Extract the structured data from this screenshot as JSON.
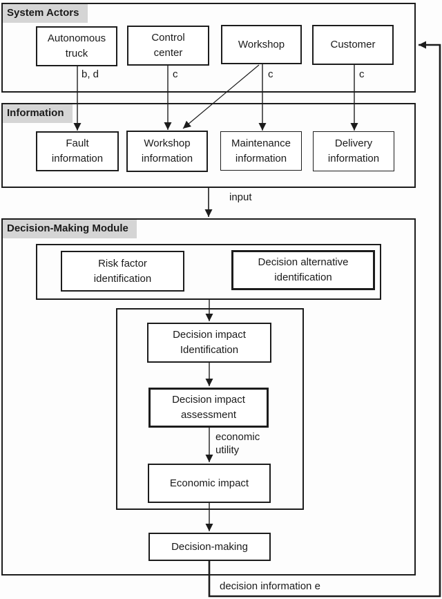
{
  "sections": {
    "system_actors": {
      "title": "System Actors"
    },
    "information": {
      "title": "Information"
    },
    "module": {
      "title": "Decision-Making Module"
    }
  },
  "nodes": {
    "autonomous_truck": "Autonomous\ntruck",
    "control_center": "Control\ncenter",
    "workshop": "Workshop",
    "customer": "Customer",
    "fault_information": "Fault\ninformation",
    "workshop_information": "Workshop\ninformation",
    "maintenance_information": "Maintenance\ninformation",
    "delivery_information": "Delivery\ninformation",
    "risk_factor_identification": "Risk  factor\nidentification",
    "decision_alternative_identification": "Decision alternative\nidentification",
    "decision_impact_identification": "Decision impact\nIdentification",
    "decision_impact_assessment": "Decision impact\nassessment",
    "economic_impact": "Economic impact",
    "decision_making": "Decision-making"
  },
  "edge_labels": {
    "truck_to_fault": "b, d",
    "control_to_workshop_info": "c",
    "workshop_to_maintenance": "c",
    "customer_to_delivery": "c",
    "input": "input",
    "economic_utility": "economic\nutility",
    "decision_information": "decision information e"
  },
  "colors": {
    "line": "#1c1c1c",
    "section_label_bg": "#d5d5d5",
    "background": "#fdfdfd",
    "text": "#1a1a1a"
  }
}
